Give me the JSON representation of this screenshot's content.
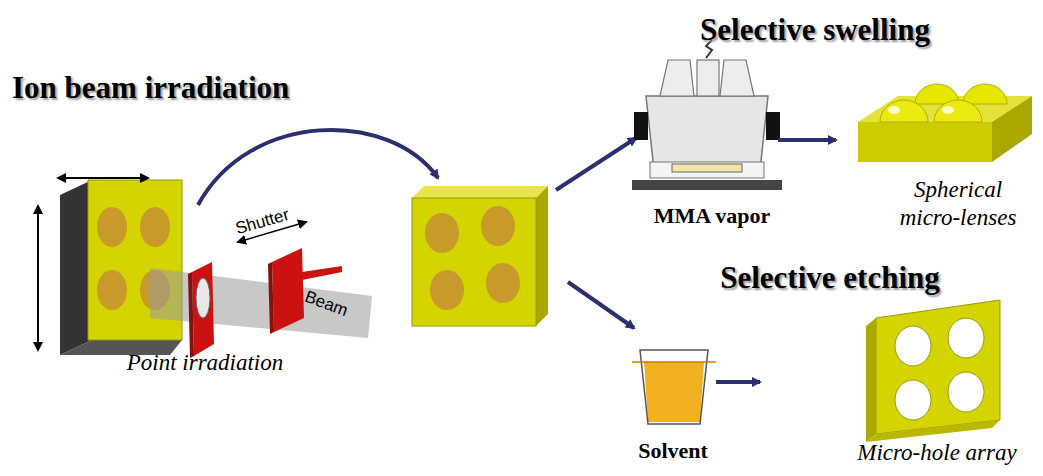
{
  "diagram": {
    "labels": [
      "Ion beam irradiation",
      "Shutter",
      "Beam",
      "Point irradiation",
      "Selective swelling",
      "MMA vapor",
      "Spherical micro-lenses",
      "Selective etching",
      "Solvent",
      "Micro-hole array"
    ]
  }
}
